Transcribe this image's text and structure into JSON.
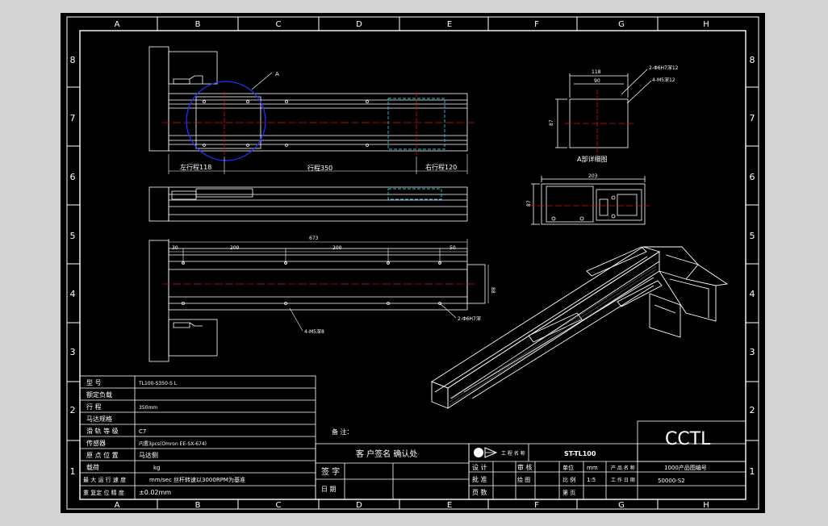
{
  "frame": {
    "col_labels": [
      "A",
      "B",
      "C",
      "D",
      "E",
      "F",
      "G",
      "H"
    ],
    "row_labels": [
      "8",
      "7",
      "6",
      "5",
      "4",
      "3",
      "2",
      "1"
    ]
  },
  "top_view": {
    "callout_a": "A",
    "dim_left": "左行程118",
    "dim_travel": "行程350",
    "dim_right": "右行程120"
  },
  "bottom_view": {
    "dim_total": "673",
    "dim_30": "30",
    "dim_200a": "200",
    "dim_200b": "200",
    "dim_50": "50",
    "hole_note": "4-M5深8",
    "hole_note_right": "2-Φ6H7深",
    "height_mark": "88"
  },
  "detail": {
    "width_118": "118",
    "width_90": "90",
    "height": "87",
    "note1": "2-Φ6H7深12",
    "note2": "4-M5深12",
    "caption": "A部详细图"
  },
  "side_view": {
    "width": "203",
    "height": "87"
  },
  "spec_table": {
    "rows": [
      {
        "label": "型 号",
        "value": "TL100-S350-S L"
      },
      {
        "label": "额定负载",
        "value": ""
      },
      {
        "label": "行 程",
        "value": "350mm"
      },
      {
        "label": "马达规格",
        "value": ""
      },
      {
        "label": "滑 轨 等 级",
        "value": "C7"
      },
      {
        "label": "传感器",
        "value": "内置3pcs(Omron EE-SX-674)"
      },
      {
        "label": "原 点 位 置",
        "value": "马达侧"
      },
      {
        "label": "载荷",
        "value": "kg"
      },
      {
        "label": "最 大 运 行 速 度",
        "value": "mm/sec 丝杆转速以3000RPM为基准"
      },
      {
        "label": "重 复定 位 精 度",
        "value": "±0.02mm"
      }
    ]
  },
  "notes_label": "备 注：",
  "approval": {
    "header": "客 户签名 确认处",
    "sign": "签 字",
    "date": "日 期"
  },
  "title_block": {
    "company": "CCTL",
    "project_label": "工 程 名 称",
    "project_name": "ST-TL100",
    "product_label": "产 品 名 称",
    "product_name": "1000产品图编号",
    "code": "50000-S2",
    "design": "设 计",
    "check": "审 核",
    "approve": "批 准",
    "unit": "单位",
    "unit_val": "mm",
    "scale_label": "比 例",
    "scale_val": "1:5",
    "draw_label": "绘 图",
    "page": "页 数",
    "sheet": "第 页",
    "date_label": "工 作 日 期"
  }
}
